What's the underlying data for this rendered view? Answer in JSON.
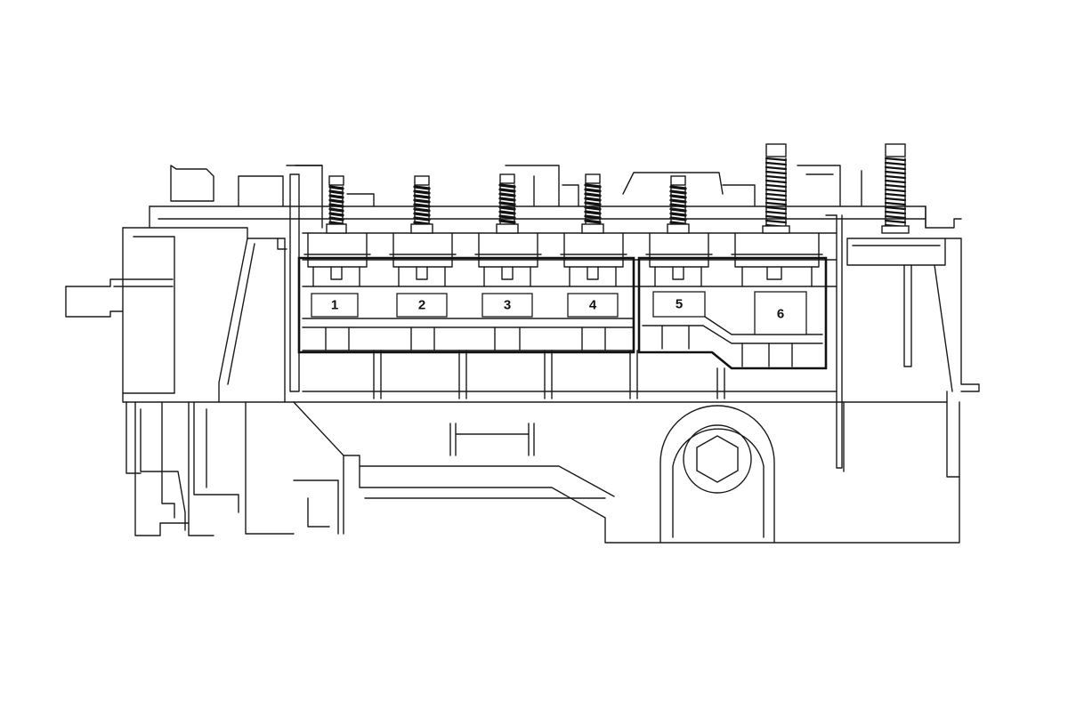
{
  "fuses": [
    {
      "label": "1"
    },
    {
      "label": "2"
    },
    {
      "label": "3"
    },
    {
      "label": "4"
    },
    {
      "label": "5"
    },
    {
      "label": "6"
    }
  ]
}
